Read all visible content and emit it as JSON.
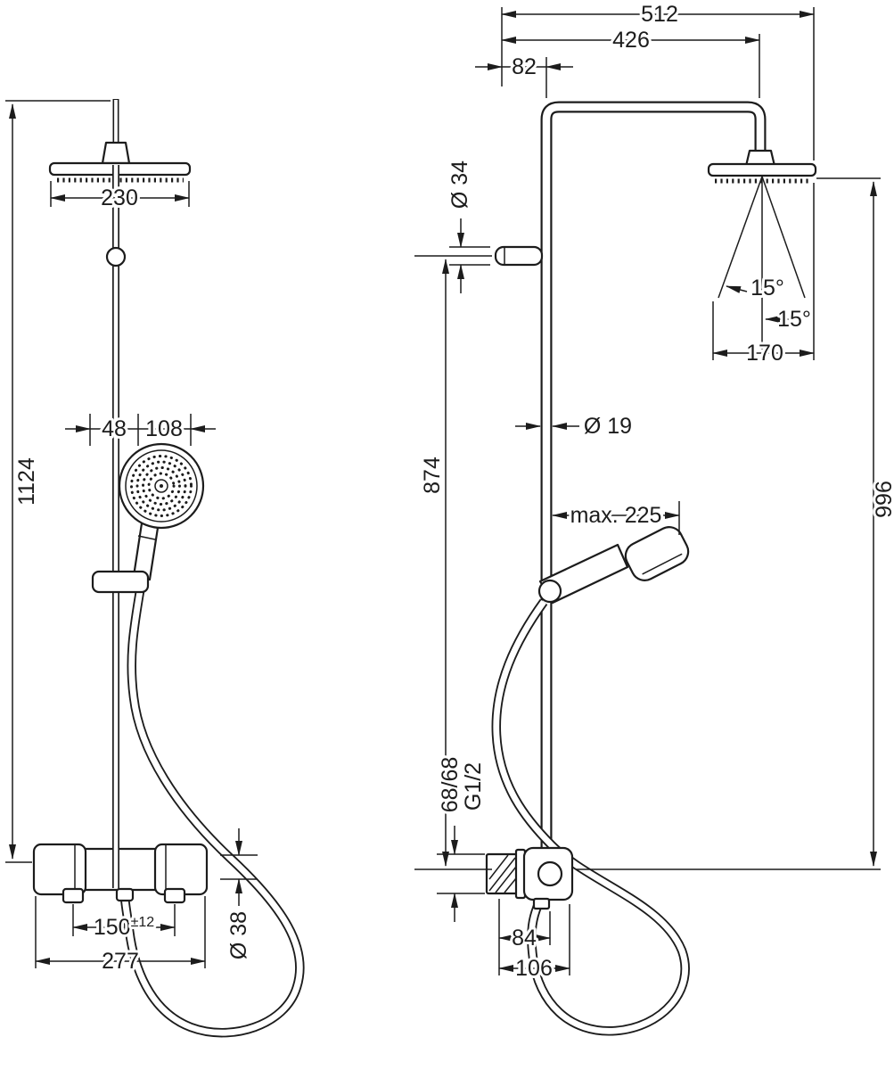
{
  "drawing": {
    "front": {
      "total_height": "1124",
      "head_width": "230",
      "handshower_offset": "48",
      "handshower_width": "108",
      "inlet_spacing_main": "150",
      "inlet_spacing_tol": "±12",
      "valve_width": "277",
      "hose_diameter": "Ø 38"
    },
    "side": {
      "depth_total": "512",
      "depth_arm": "426",
      "wall_offset": "82",
      "bracket_diameter": "Ø 34",
      "spray_angle_left": "15°",
      "spray_angle_right": "15°",
      "spray_width": "170",
      "height_head": "996",
      "height_bracket": "874",
      "pipe_diameter": "Ø 19",
      "max_reach": "max. 225",
      "connection_spacing": "68/68",
      "thread": "G1/2",
      "depth_inner": "84",
      "depth_outer": "106"
    }
  }
}
